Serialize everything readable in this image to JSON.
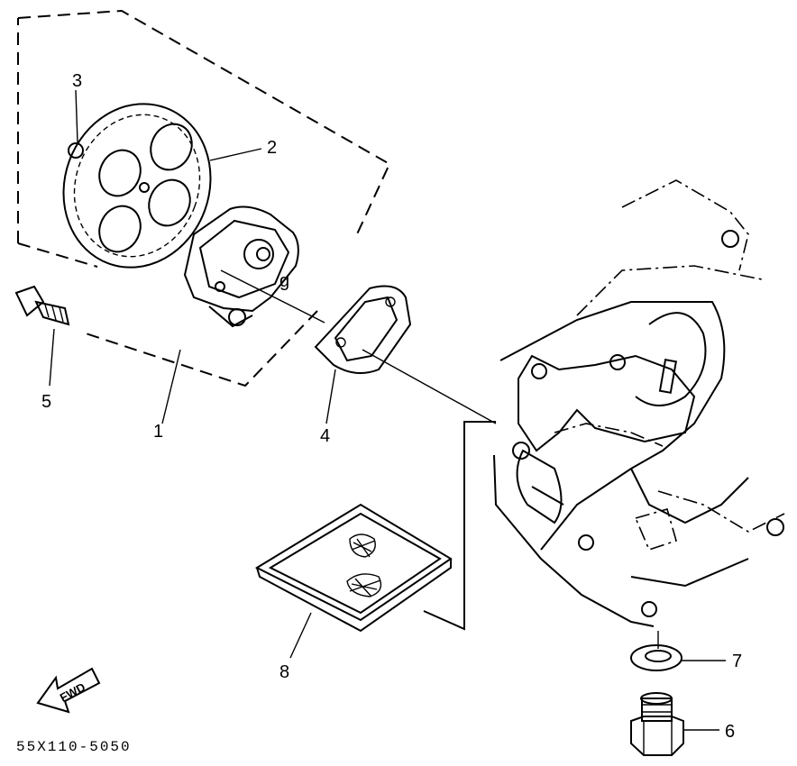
{
  "diagram": {
    "callouts": {
      "p1": "1",
      "p2": "2",
      "p3": "3",
      "p4": "4",
      "p5": "5",
      "p6": "6",
      "p7": "7",
      "p8": "8"
    },
    "fwd_label": "FWD",
    "drawing_code": "55X110-5050"
  },
  "colors": {
    "ink": "#000000",
    "paper": "#ffffff"
  },
  "icons": {
    "fwd": "fwd-arrow-icon"
  }
}
